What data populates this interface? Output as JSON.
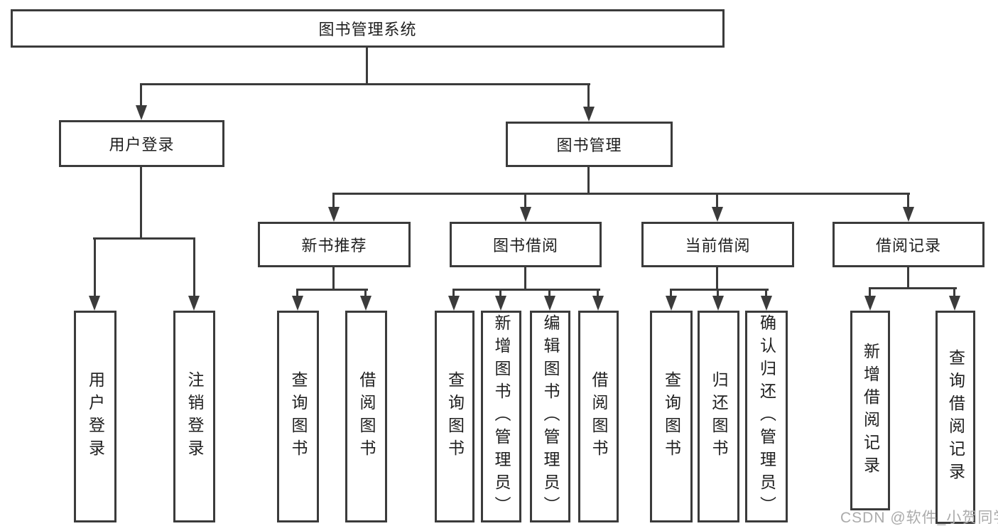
{
  "title": "图书管理系统",
  "level2": {
    "user_login": "用户登录",
    "book_management": "图书管理"
  },
  "level3": {
    "new_book_recommend": "新书推荐",
    "book_borrow": "图书借阅",
    "current_borrow": "当前借阅",
    "borrow_record": "借阅记录"
  },
  "leaves": {
    "user_login": [
      "用户登录",
      "注销登录"
    ],
    "new_book_recommend": [
      "查询图书",
      "借阅图书"
    ],
    "book_borrow": [
      "查询图书",
      "新增图书（管理员）",
      "编辑图书（管理员）",
      "借阅图书"
    ],
    "current_borrow": [
      "查询图书",
      "归还图书",
      "确认归还（管理员）"
    ],
    "borrow_record": [
      "新增借阅记录",
      "查询借阅记录"
    ]
  },
  "watermark": "CSDN @软件_小贺同学",
  "colors": {
    "line": "#3b3b3b",
    "text": "#1f1f1f",
    "background": "#ffffff",
    "watermark": "#ababab"
  }
}
